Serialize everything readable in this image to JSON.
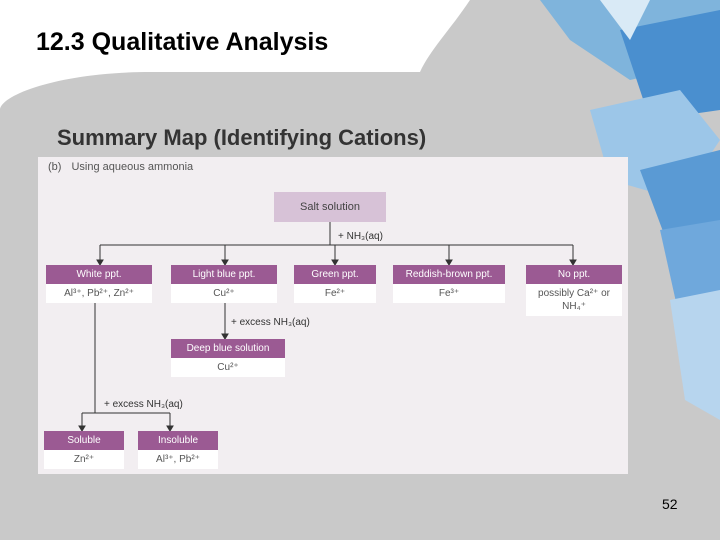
{
  "slide": {
    "title": "12.3  Qualitative Analysis",
    "subtitle": "Summary Map (Identifying Cations)",
    "page_number": "52"
  },
  "diagram": {
    "label_letter": "(b)",
    "label_text": "Using aqueous ammonia",
    "start_box": "Salt solution",
    "reagent_1": "+ NH₃(aq)",
    "reagent_2": "+ excess NH₃(aq)",
    "reagent_3": "+ excess NH₃(aq)",
    "results": [
      {
        "head": "White ppt.",
        "body": "Al³⁺, Pb²⁺, Zn²⁺"
      },
      {
        "head": "Light blue ppt.",
        "body": "Cu²⁺"
      },
      {
        "head": "Green ppt.",
        "body": "Fe²⁺"
      },
      {
        "head": "Reddish-brown ppt.",
        "body": "Fe³⁺"
      },
      {
        "head": "No ppt.",
        "body": "possibly Ca²⁺ or NH₄⁺"
      }
    ],
    "deep_blue": {
      "head": "Deep blue solution",
      "body": "Cu²⁺"
    },
    "soluble": {
      "head": "Soluble",
      "body": "Zn²⁺"
    },
    "insoluble": {
      "head": "Insoluble",
      "body": "Al³⁺, Pb²⁺"
    }
  },
  "colors": {
    "box_header": "#9b5a93",
    "start_box": "#d7c2d7",
    "panel_bg": "#f2eef1"
  }
}
